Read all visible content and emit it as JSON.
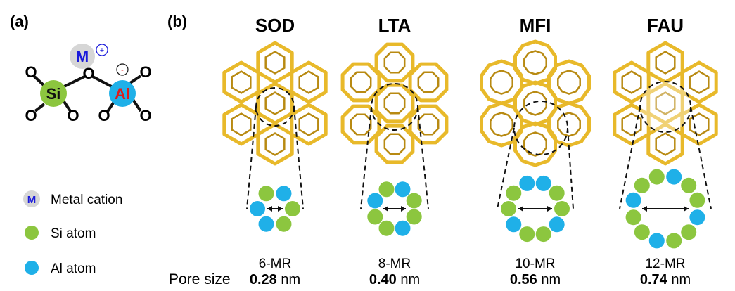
{
  "panel_a": {
    "label": "(a)",
    "metal_symbol": "M",
    "metal_charge": "+",
    "si_symbol": "Si",
    "al_symbol": "Al",
    "al_charge": "-",
    "oxygen": "O"
  },
  "legend": [
    {
      "symbol": "M",
      "label": "Metal cation"
    },
    {
      "symbol": "",
      "label": "Si atom"
    },
    {
      "symbol": "",
      "label": "Al atom"
    }
  ],
  "panel_b": {
    "label": "(b)",
    "pore_size_label": "Pore size",
    "unit": "nm",
    "frameworks": [
      {
        "name": "SOD",
        "ring": "6-MR",
        "pore_size": "0.28",
        "ring_members": 6
      },
      {
        "name": "LTA",
        "ring": "8-MR",
        "pore_size": "0.40",
        "ring_members": 8
      },
      {
        "name": "MFI",
        "ring": "10-MR",
        "pore_size": "0.56",
        "ring_members": 10
      },
      {
        "name": "FAU",
        "ring": "12-MR",
        "pore_size": "0.74",
        "ring_members": 12
      }
    ]
  },
  "colors": {
    "si": "#8cc63f",
    "al": "#1fb0e8",
    "metal": "#d6d6d6",
    "metal_text": "#1a1adb",
    "al_text": "#e01b1b",
    "framework": "#e8b92a",
    "framework_dark": "#b88a12"
  }
}
